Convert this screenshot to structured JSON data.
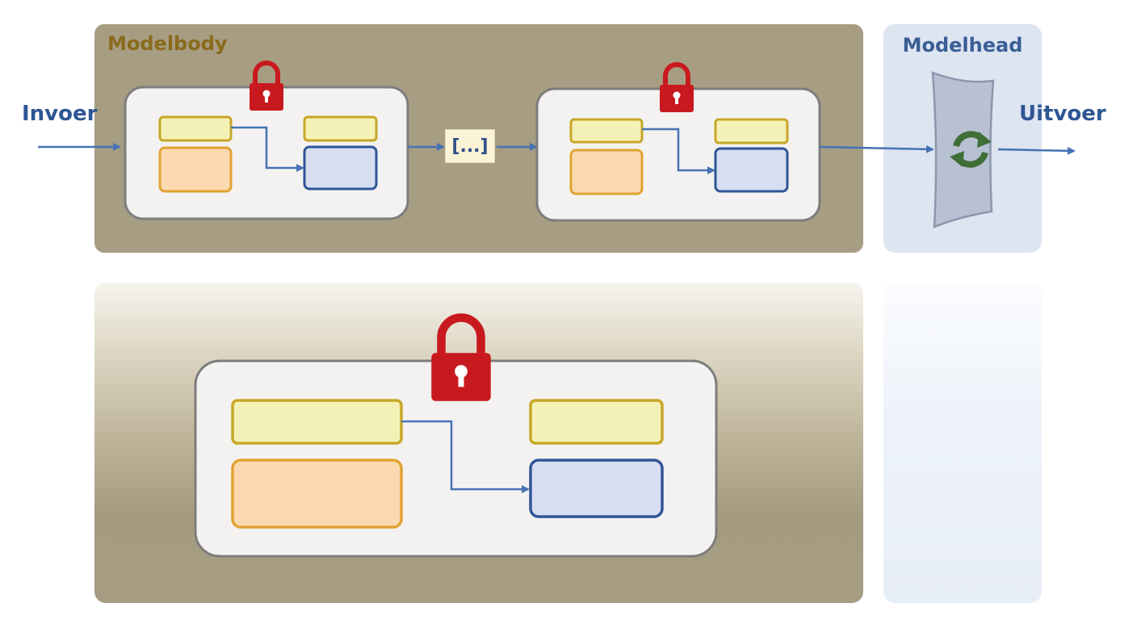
{
  "labels": {
    "modelbody": "Modelbody",
    "modelhead": "Modelhead",
    "input": "Invoer",
    "output": "Uitvoer",
    "ellipsis": "[...]"
  },
  "colors": {
    "body_panel": "#a79d82",
    "head_panel": "#dde5f1",
    "block_fill": "#f3f2f0",
    "block_border": "#7d7d7d",
    "yellow_fill": "#f4f1b6",
    "yellow_border": "#c7a728",
    "orange_fill": "#fbd9b0",
    "orange_border": "#e2a232",
    "blue_fill": "#d7def1",
    "blue_border": "#2f5597",
    "arrow": "#4672b4",
    "lock": "#c8191f",
    "refresh": "#3f6e37"
  },
  "icons": [
    "lock-icon",
    "refresh-icon"
  ]
}
